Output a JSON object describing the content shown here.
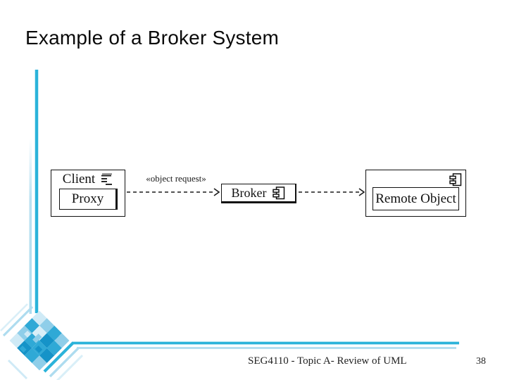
{
  "slide": {
    "title": "Example of a Broker System",
    "footer_text": "SEG4110 - Topic A-  Review of UML",
    "page_number": "38"
  },
  "diagram": {
    "type": "uml-component-diagram",
    "components": [
      {
        "label": "Client",
        "inner_label": "Proxy",
        "icon": "component-icon"
      },
      {
        "label": "Broker",
        "icon": "component-icon"
      },
      {
        "label": "Remote Object",
        "icon": "component-icon"
      }
    ],
    "connections": [
      {
        "from": "Client/Proxy",
        "to": "Broker",
        "label": "«object request»",
        "line_style": "dashed",
        "arrowhead": "open"
      },
      {
        "from": "Broker",
        "to": "Remote Object",
        "label": "",
        "line_style": "dashed",
        "arrowhead": "open"
      }
    ],
    "client_label": "Client",
    "proxy_label": "Proxy",
    "broker_label": "Broker",
    "remote_label": "Remote Object",
    "arrow1_label": "«object request»"
  },
  "colors": {
    "accent_teal": "#2BB3DA",
    "light_blue": "#AEDCEF",
    "pale_blue": "#D9EFF8",
    "mosaic_main": "#2FA9D6",
    "mosaic_dark": "#1593C8",
    "mosaic_light": "#8FCEE9",
    "mosaic_pale": "#CFEAF6",
    "diagram_line": "#1a1a1a"
  }
}
